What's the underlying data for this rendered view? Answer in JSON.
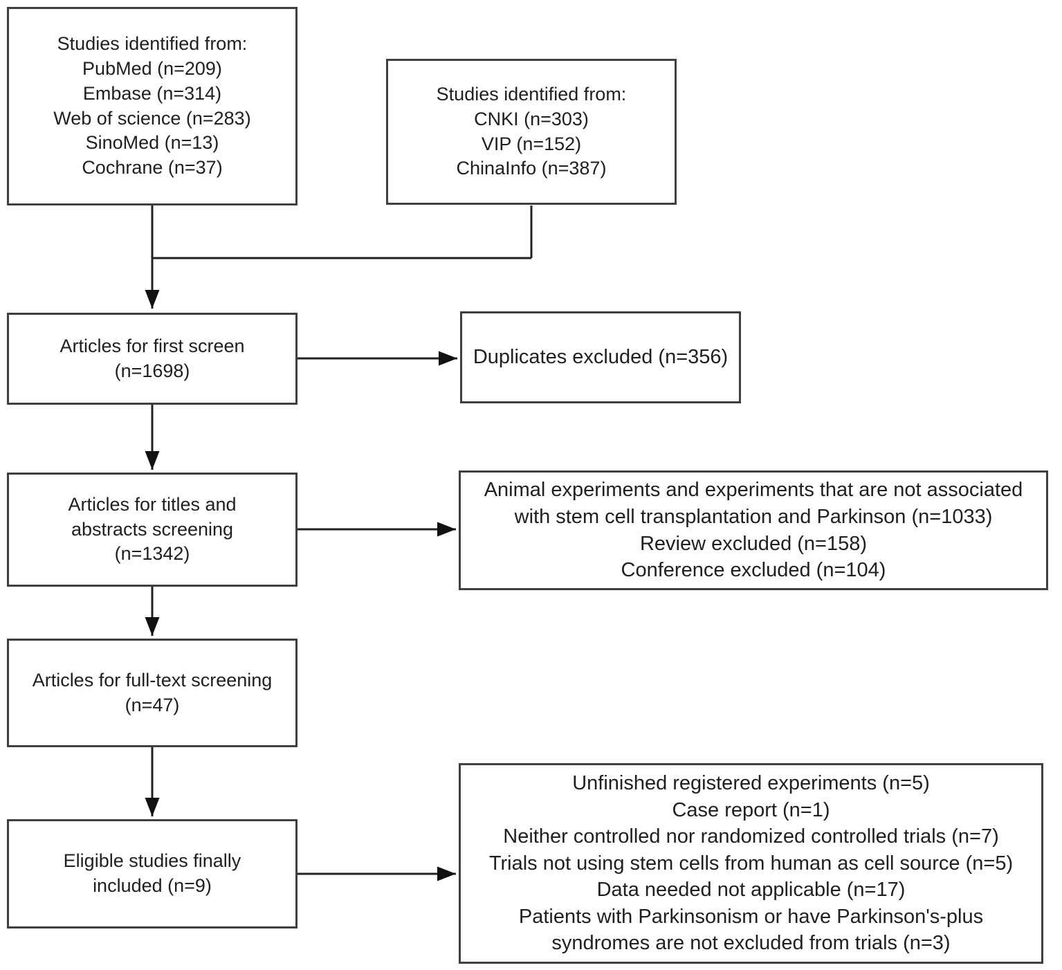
{
  "diagram": {
    "box_sources_left": {
      "lines": [
        "Studies identified from:",
        "PubMed (n=209)",
        "Embase (n=314)",
        "Web of science (n=283)",
        "SinoMed (n=13)",
        "Cochrane (n=37)"
      ]
    },
    "box_sources_right": {
      "lines": [
        "Studies identified from:",
        "CNKI (n=303)",
        "VIP (n=152)",
        "ChinaInfo (n=387)"
      ]
    },
    "box_first_screen": {
      "lines": [
        "Articles for first screen",
        "(n=1698)"
      ]
    },
    "box_duplicates": {
      "lines": [
        "Duplicates excluded (n=356)"
      ]
    },
    "box_titles_abstracts": {
      "lines": [
        "Articles for titles and",
        "abstracts screening",
        "(n=1342)"
      ]
    },
    "box_ta_excluded": {
      "lines": [
        "Animal experiments and experiments that are not associated",
        "with stem cell transplantation and Parkinson (n=1033)",
        "Review excluded (n=158)",
        "Conference excluded (n=104)"
      ]
    },
    "box_fulltext": {
      "lines": [
        "Articles for full-text screening",
        "(n=47)"
      ]
    },
    "box_eligible": {
      "lines": [
        "Eligible studies finally",
        "included (n=9)"
      ]
    },
    "box_ft_excluded": {
      "lines": [
        "Unfinished registered experiments (n=5)",
        "Case report (n=1)",
        "Neither controlled nor randomized controlled trials (n=7)",
        "Trials not using stem cells from human as cell source (n=5)",
        "Data needed not applicable (n=17)",
        "Patients with Parkinsonism or have Parkinson's-plus",
        "syndromes are not excluded from trials (n=3)"
      ]
    }
  },
  "colors": {
    "box_border": "#3f3f3f",
    "connector_line": "#222222",
    "arrowhead": "#111111",
    "text": "#1f1f1f",
    "background": "#ffffff"
  }
}
